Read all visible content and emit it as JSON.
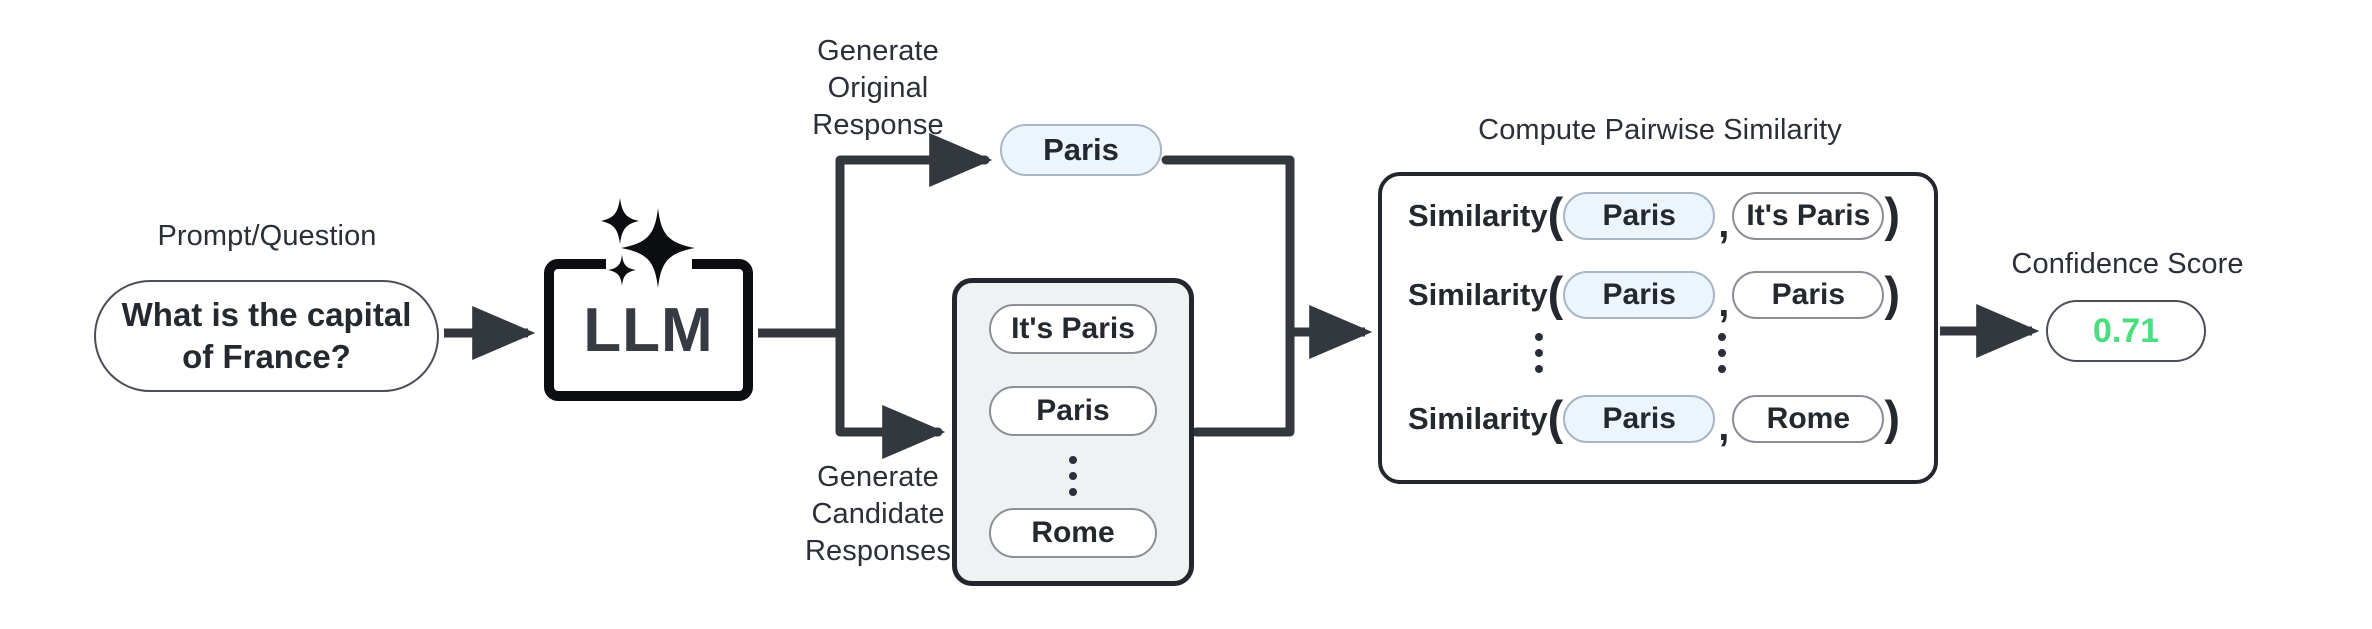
{
  "diagram": {
    "title": "LLM self-consistency confidence scoring pipeline",
    "colors": {
      "ink": "#23262c",
      "text": "#2b2f38",
      "pill_blue_fill": "#ecf5fd",
      "pill_blue_border": "#a9b6c4",
      "pill_white_fill": "#ffffff",
      "pill_border": "#8b8f96",
      "group_fill": "#f0f1f3",
      "confidence_green": "#4ade80",
      "arrow": "#33373e"
    }
  },
  "prompt": {
    "caption": "Prompt/Question",
    "text": "What is the capital\nof France?"
  },
  "model": {
    "label": "LLM",
    "icon": "sparkle-icon"
  },
  "original_branch": {
    "caption": "Generate\nOriginal\nResponse",
    "response": "Paris"
  },
  "candidate_branch": {
    "caption": "Generate\nCandidate\nResponses",
    "responses": [
      "It's Paris",
      "Paris",
      "Rome"
    ],
    "ellipsis": "vertical-ellipsis"
  },
  "similarity": {
    "caption": "Compute Pairwise Similarity",
    "function_label": "Similarity",
    "open_paren": "(",
    "close_paren": ")",
    "comma": ",",
    "rows": [
      {
        "left": "Paris",
        "right": "It's Paris"
      },
      {
        "left": "Paris",
        "right": "Paris"
      },
      {
        "left": "Paris",
        "right": "Rome"
      }
    ],
    "ellipsis": "vertical-ellipsis"
  },
  "confidence": {
    "caption": "Confidence Score",
    "value": "0.71",
    "color": "#4ade80"
  }
}
